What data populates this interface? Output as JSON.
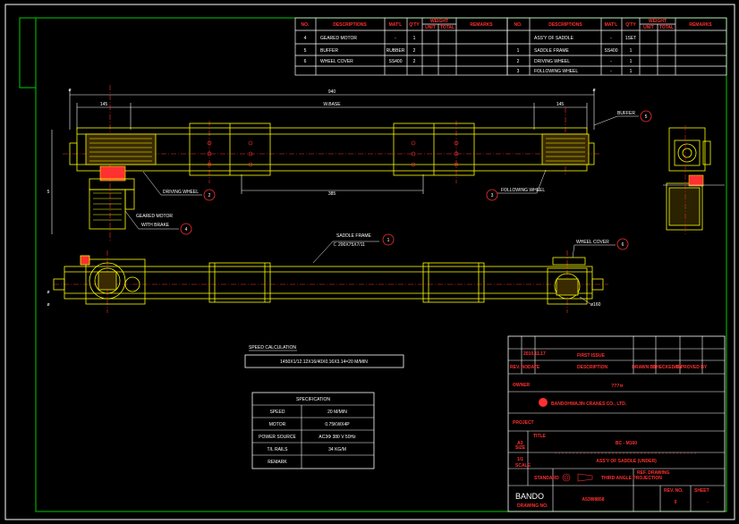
{
  "parts_table_left": {
    "headers": {
      "no": "NO.",
      "description": "DESCRIPTIONS",
      "matl": "MAT'L",
      "qty": "Q'TY",
      "weight": "WEIGHT",
      "unit": "UNIT",
      "total": "TOTAL",
      "remarks": "REMARKS"
    },
    "rows": [
      {
        "no": "4",
        "description": "GEARED MOTOR",
        "matl": "-",
        "qty": "1"
      },
      {
        "no": "5",
        "description": "BUFFER",
        "matl": "RUBBER",
        "qty": "2"
      },
      {
        "no": "6",
        "description": "WHEEL COVER",
        "matl": "SS400",
        "qty": "2"
      }
    ]
  },
  "parts_table_right": {
    "headers": {
      "no": "NO.",
      "description": "DESCRIPTIONS",
      "matl": "MAT'L",
      "qty": "Q'TY",
      "weight": "WEIGHT",
      "unit": "UNIT",
      "total": "TOTAL",
      "remarks": "REMARKS"
    },
    "rows": [
      {
        "no": "",
        "description": "ASS'Y OF SADDLE",
        "matl": "-",
        "qty": "1SET"
      },
      {
        "no": "1",
        "description": "SADDLE FRAME",
        "matl": "SS400",
        "qty": "1"
      },
      {
        "no": "2",
        "description": "DRIVING WHEEL",
        "matl": "-",
        "qty": "1"
      },
      {
        "no": "3",
        "description": "FOLLOWING WHEEL",
        "matl": "-",
        "qty": "1"
      }
    ]
  },
  "callouts": {
    "buffer": "BUFFER",
    "driving_wheel": "DRIVING WHEEL",
    "following_wheel": "FOLLOWING WHEEL",
    "geared_motor_1": "GEARED MOTOR",
    "geared_motor_2": "WITH BRAKE",
    "saddle_frame_1": "SADDLE FRAME",
    "saddle_frame_2": "ㄷ 200X75X7/11",
    "wheel_cover": "WHEEL COVER"
  },
  "balloons": {
    "b1": "1",
    "b2": "2",
    "b3": "3",
    "b4": "4",
    "b5": "5",
    "b6": "6"
  },
  "dimensions": {
    "overall": "940",
    "left_offset": "145",
    "wheel_base": "W.BASE",
    "right_offset": "145",
    "inner": "385",
    "height_mark": "5",
    "left_dia": "ø",
    "right_dia": "ø",
    "bottom_left_a": "ø",
    "bottom_left_b": "ø",
    "bottom_right": "ø160"
  },
  "speed_calc": {
    "title": "SPEED CALCULATION",
    "formula": "1450X1/12.12X16/40X0.16X3.14=20 M/MIN"
  },
  "specification": {
    "title": "SPECIFICATION",
    "rows": [
      {
        "label": "SPEED",
        "value": "20 M/MIN"
      },
      {
        "label": "MOTOR",
        "value": "0.75KWX4P"
      },
      {
        "label": "POWER SOURCE",
        "value": "AC3Φ     380     V  50Hz"
      },
      {
        "label": "T/L RAILS",
        "value": "34  KG/M"
      },
      {
        "label": "REMARK",
        "value": ""
      }
    ]
  },
  "title_block": {
    "rev_date": "2010.11.17",
    "first_issue": "FIRST ISSUE",
    "description_label": "DESCRIPTION",
    "rev_no": "REV. NO.",
    "date": "DATE",
    "drawn": "DRAWN BY",
    "checked": "CHECKED BY",
    "approved": "APPROVED BY",
    "owner_label": "OWNER",
    "owner_value": "???ㅂ",
    "company": "BANDOHWAJIN CRANES CO., LTD.",
    "project_label": "PROJECT",
    "title_label": "TITLE",
    "title_line1": "BC - M160",
    "title_line2": "ASS'Y OF SADDLE (UNDER)",
    "scale_label": "SCALE",
    "scale_value": "1/1",
    "size_label": "SIZE",
    "size_value": "A3",
    "third_angle": "THIRD ANGLE PROJECTION",
    "standard": "STANDARD",
    "ref_drawing": "REF. DRAWING",
    "logo": "BANDO",
    "drawing_no_label": "DRAWING NO.",
    "drawing_no": "A53W8858",
    "rev_label": "REV. NO.",
    "rev_value": "0",
    "sheet_label": "SHEET",
    "sheet_value": "-"
  },
  "colors": {
    "border": "#ffffff",
    "frame": "#00cc00",
    "annotation": "#ff3030",
    "part": "#ffff00",
    "center": "#ff3030"
  }
}
